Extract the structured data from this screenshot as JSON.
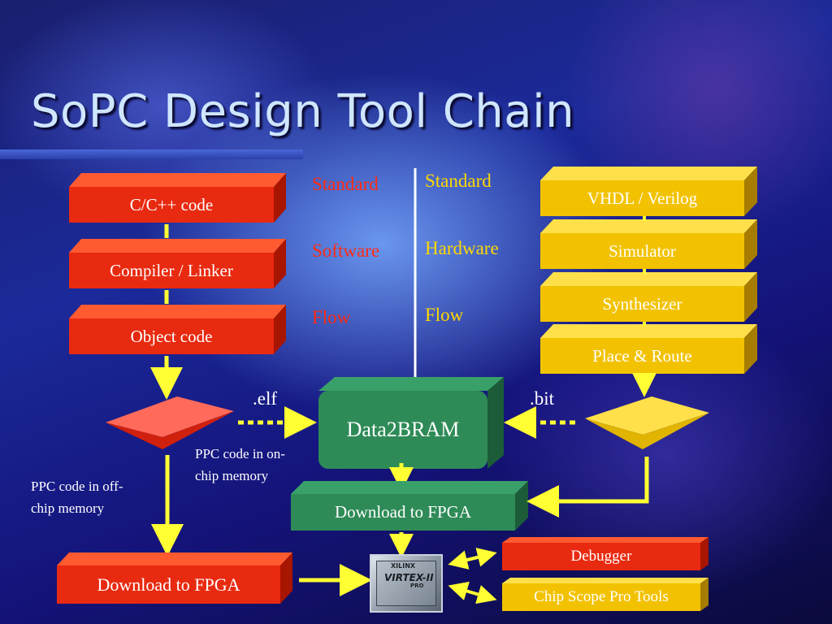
{
  "title": "SoPC Design Tool Chain",
  "software": {
    "boxes": [
      "C/C++ code",
      "Compiler / Linker",
      "Object code"
    ],
    "download": "Download to FPGA",
    "offchip_note_line1": "PPC code in off-",
    "offchip_note_line2": "chip memory"
  },
  "flow_labels": {
    "sw": [
      "Standard",
      "Software",
      "Flow"
    ],
    "hw": [
      "Standard",
      "Hardware",
      "Flow"
    ]
  },
  "hardware": {
    "boxes": [
      "VHDL / Verilog",
      "Simulator",
      "Synthesizer",
      "Place & Route"
    ]
  },
  "center": {
    "elf": ".elf",
    "bit": ".bit",
    "data2bram": "Data2BRAM",
    "onchip_note_line1": "PPC code in on-",
    "onchip_note_line2": "chip memory",
    "download": "Download to FPGA"
  },
  "chip": {
    "brand": "XILINX",
    "name": "VIRTEX-II",
    "sub": "PRO"
  },
  "tools": {
    "debugger": "Debugger",
    "chipscope": "Chip Scope Pro Tools"
  },
  "colors": {
    "red": "#e82a10",
    "yellow": "#f2c200",
    "green": "#2e8b57",
    "arrow": "#ffff33"
  }
}
